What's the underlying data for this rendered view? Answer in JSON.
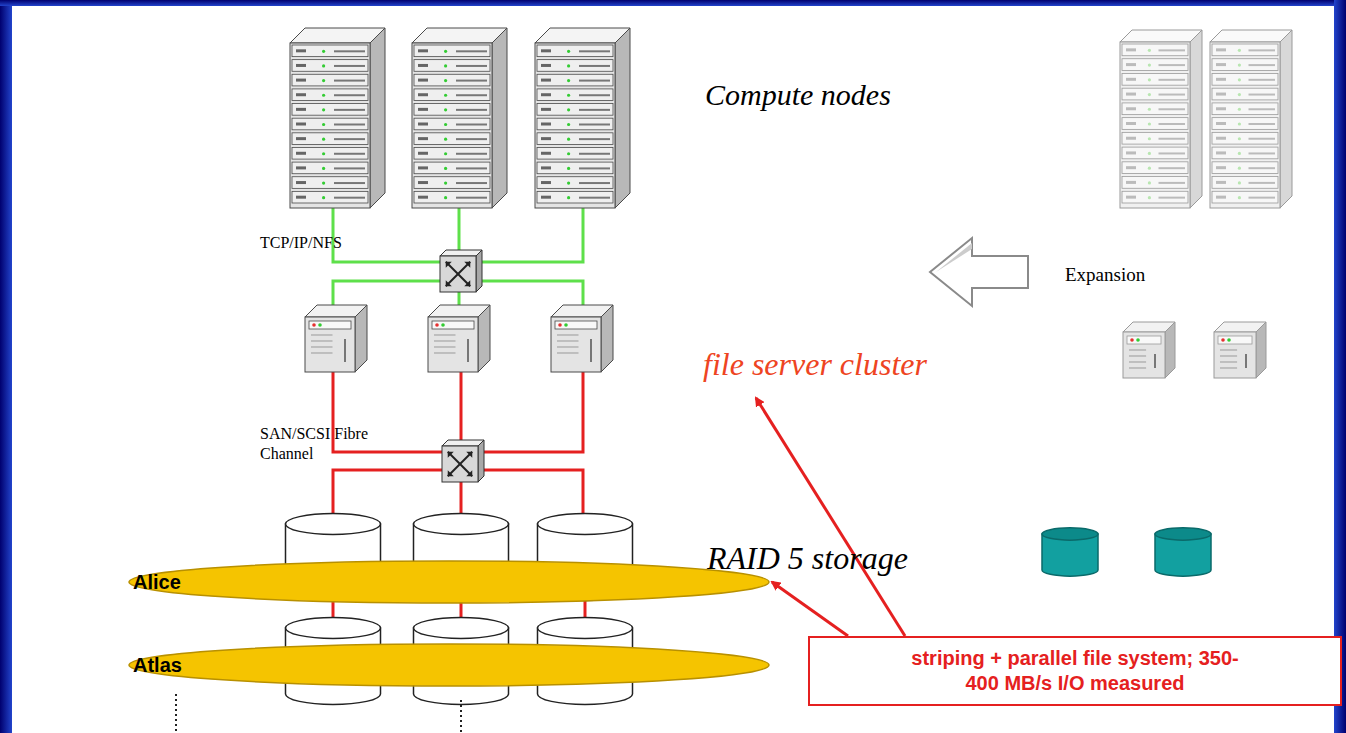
{
  "diagram": {
    "nodes": [
      {
        "text": [
          "Alice"
        ]
      },
      {
        "text": [
          "Atlas"
        ]
      },
      {
        "text": [
          "striping + parallel file system; 350-400 MB/s I/O measured"
        ]
      }
    ],
    "edges": [
      {
        "from": 2,
        "to": 0,
        "arrow": "to"
      }
    ],
    "labels": [
      "Compute nodes",
      "TCP/IP/NFS",
      "Expansion",
      "file server cluster",
      "SAN/SCSI Fibre Channel",
      "RAID 5 storage"
    ]
  }
}
